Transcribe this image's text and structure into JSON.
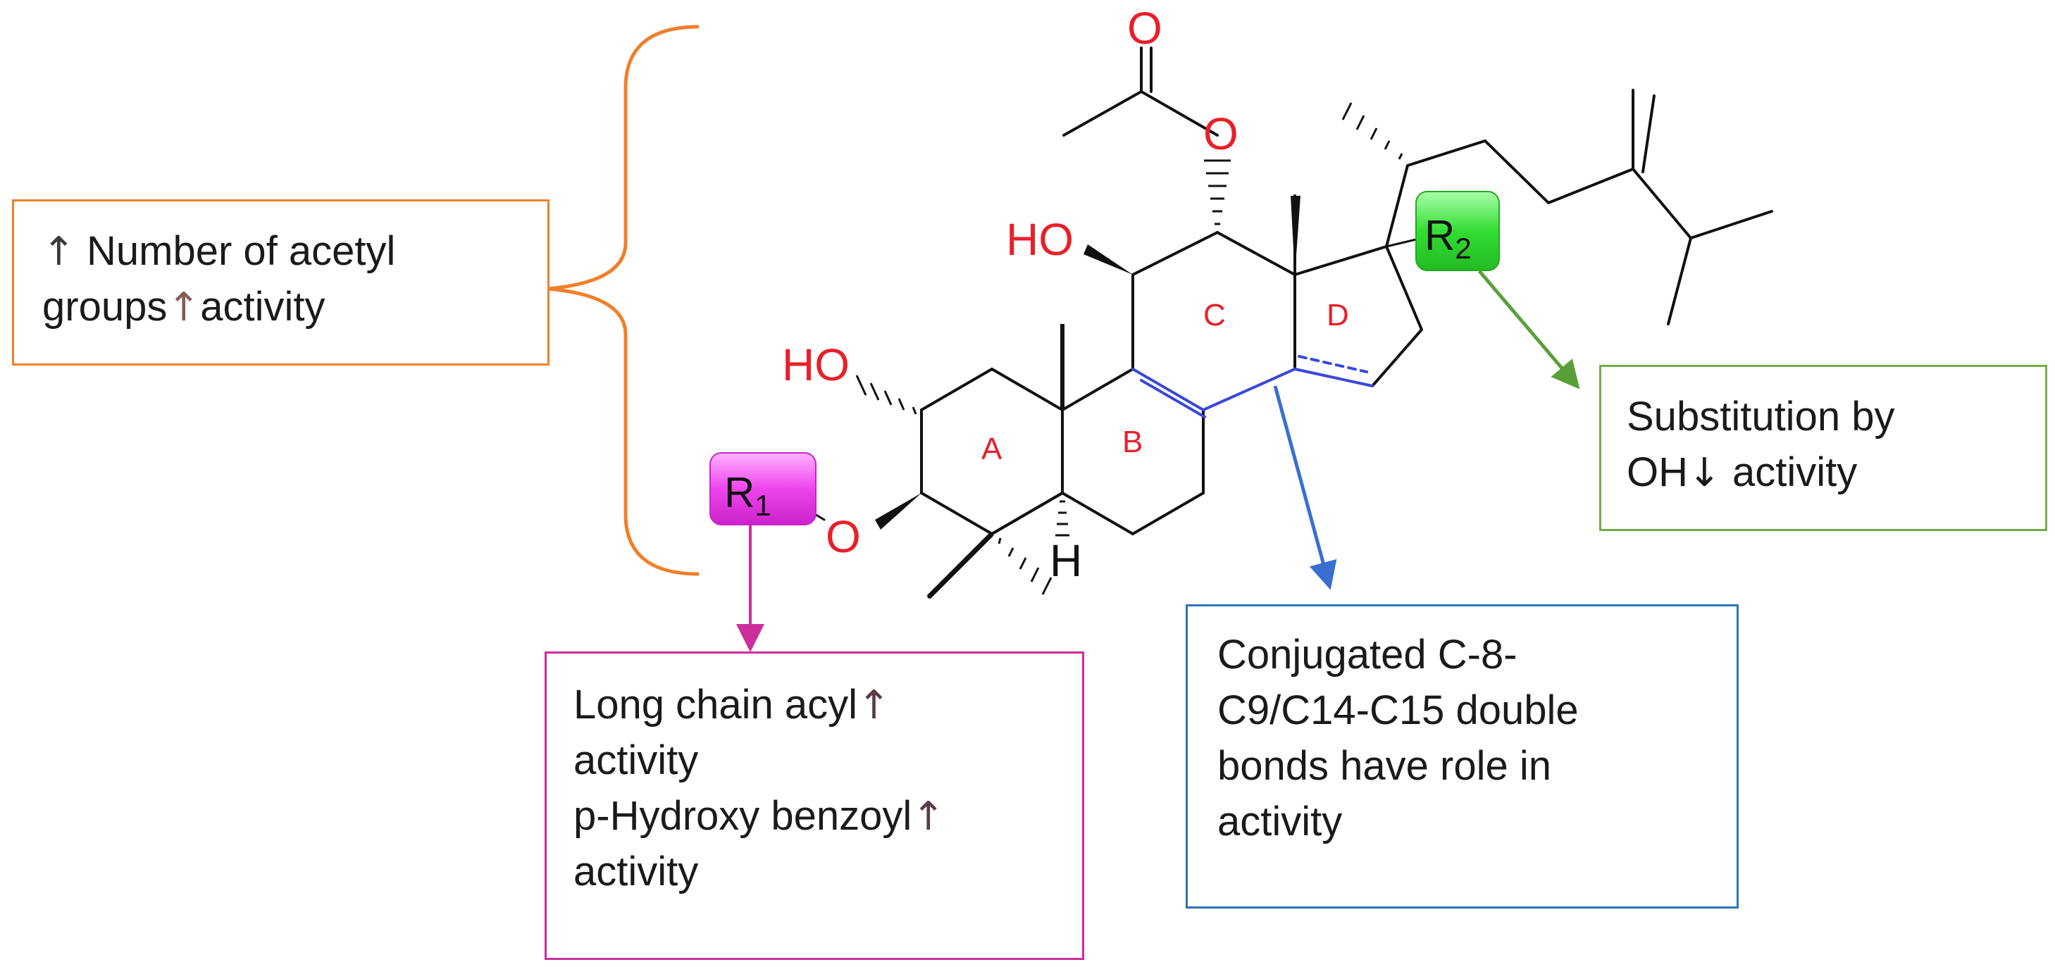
{
  "molecule": {
    "labels": {
      "oxygen_carbonyl": "O",
      "oxygen_ester": "O",
      "ho_c11": "HO",
      "ho_c2": "HO",
      "oxygen_c3": "O",
      "hydrogen_c5": "H",
      "r1": "R",
      "r1_sub": "1",
      "r2": "R",
      "r2_sub": "2"
    },
    "rings": [
      "A",
      "B",
      "C",
      "D"
    ]
  },
  "annotations": {
    "acetyl": {
      "line1_arrow": "↑",
      "line1": " Number of acetyl",
      "line2": "groups",
      "line2_arrow": "↑",
      "line2_end": "activity"
    },
    "oh": {
      "line1": "Substitution by",
      "line2": "OH",
      "line2_arrow": "↓",
      "line2_end": " activity"
    },
    "acyl": {
      "line1": "Long chain acyl",
      "line1_arrow": "↑",
      "line2": "activity",
      "line3": "p-Hydroxy benzoyl",
      "line3_arrow": "↑",
      "line4": "activity"
    },
    "double_bond": {
      "line1": "Conjugated C-8-",
      "line2": "C9/C14-C15 double",
      "line3": "bonds have role in",
      "line4": "activity"
    }
  },
  "colors": {
    "acetyl": "#f07f2a",
    "oh": "#70ad47",
    "acyl": "#cc2e9c",
    "double_bond": "#2e75b6",
    "heteroatom": "#e8202a",
    "r1_highlight": "#ee44ee",
    "r2_highlight": "#33dd33"
  }
}
